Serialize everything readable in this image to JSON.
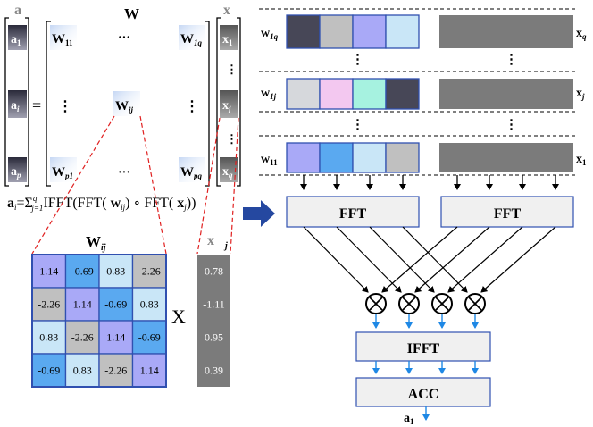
{
  "left": {
    "a_header": "a",
    "w_header": "W",
    "x_header": "x",
    "a_labels": [
      {
        "base": "a",
        "sub": "1"
      },
      {
        "base": "a",
        "sub": "i"
      },
      {
        "base": "a",
        "sub": "p"
      }
    ],
    "equals": "=",
    "w_labels": [
      {
        "base": "W",
        "sub": "11"
      },
      {
        "base": "W",
        "sub": "1q"
      },
      {
        "base": "W",
        "sub": "ij"
      },
      {
        "base": "W",
        "sub": "p1"
      },
      {
        "base": "W",
        "sub": "pq"
      }
    ],
    "ellipsis_h": "···",
    "ellipsis_v": "⋮",
    "x_labels": [
      {
        "base": "x",
        "sub": "1"
      },
      {
        "base": "x",
        "sub": "j"
      },
      {
        "base": "x",
        "sub": "q"
      }
    ],
    "formula": {
      "lhs_base": "a",
      "lhs_sub": "i",
      "eq": "=",
      "sigma": "Σ",
      "sigma_sup": "q",
      "sigma_sub": "j=1",
      "part1": "IFFT(FFT( ",
      "w_base": "w",
      "w_sub": "ij",
      "part2": ") ∘ FFT( ",
      "x_base": "x",
      "x_sub": "j",
      "part3": "))"
    }
  },
  "zoom": {
    "matrix_title_base": "W",
    "matrix_title_sub": "ij",
    "cells": [
      [
        "1.14",
        "-0.69",
        "0.83",
        "-2.26"
      ],
      [
        "-2.26",
        "1.14",
        "-0.69",
        "0.83"
      ],
      [
        "0.83",
        "-2.26",
        "1.14",
        "-0.69"
      ],
      [
        "-0.69",
        "0.83",
        "-2.26",
        "1.14"
      ]
    ],
    "times": "X",
    "vector_title_base": "x",
    "vector_title_sub": "j",
    "vector": [
      "0.78",
      "-1.11",
      "0.95",
      "0.39"
    ]
  },
  "right": {
    "rows": [
      {
        "w_base": "w",
        "w_sub": "1q",
        "x_base": "x",
        "x_sub": "q"
      },
      {
        "w_base": "w",
        "w_sub": "1j",
        "x_base": "x",
        "x_sub": "j"
      },
      {
        "w_base": "w",
        "w_sub": "11",
        "x_base": "x",
        "x_sub": "1"
      }
    ],
    "fft_left": "FFT",
    "fft_right": "FFT",
    "multiply": "⊗",
    "ifft": "IFFT",
    "acc": "ACC",
    "output_base": "a",
    "output_sub": "1"
  },
  "colors": {
    "purple": "#a9a9f7",
    "blue": "#5aa9f0",
    "lightblue": "#c9e6f7",
    "gray": "#c0c0c0",
    "dark": "#474757",
    "pink": "#f3c8f0",
    "mint": "#a6f2e0",
    "blockgray": "#7b7b7b",
    "border": "#3050b0",
    "arrow_blue": "#1e88e5",
    "big_arrow": "#2548a0",
    "zoom_red": "#e02020"
  }
}
